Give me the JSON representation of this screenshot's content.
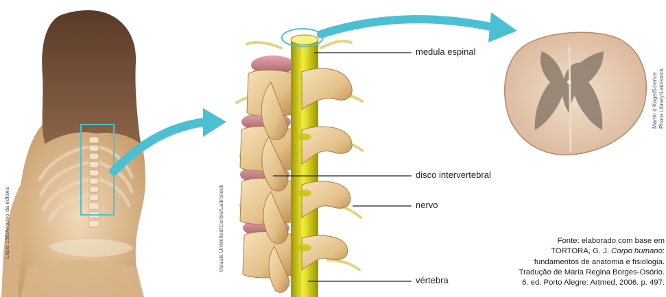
{
  "labels": {
    "spinal_cord": "medula espinal",
    "disc": "disco intervertebral",
    "nerve": "nervo",
    "vertebra": "vértebra"
  },
  "credits": {
    "left": "Lápis 138/Arquivo da editora",
    "middle": "Visuals Unlimited/Corbis/Latinstock",
    "right_line1": "Martin d.Kage/Science",
    "right_line2": "Photo Library/Latinstock"
  },
  "source": {
    "line1": "Fonte: elaborado com base em",
    "line2_author": "TORTORA, G. J. ",
    "line2_title": "Corpo humano",
    "line2_end": ":",
    "line3": "fundamentos de anatomia e fisiologia.",
    "line4": "Tradução de Maria Regina Borges-Osório.",
    "line5": "6. ed. Porto Alegre: Artmed, 2006. p. 497."
  },
  "colors": {
    "arrow": "#4cc0d3",
    "bone": "#e9c88f",
    "bone_shadow": "#b98a4a",
    "disc": "#c9808a",
    "spinal_cord": "#d8d20a",
    "nerve": "#e4dc8a",
    "skin": "#e6c39a",
    "hair": "#6b4a35",
    "section_white": "#f0dcc4",
    "section_gray": "#8b7a6b"
  }
}
